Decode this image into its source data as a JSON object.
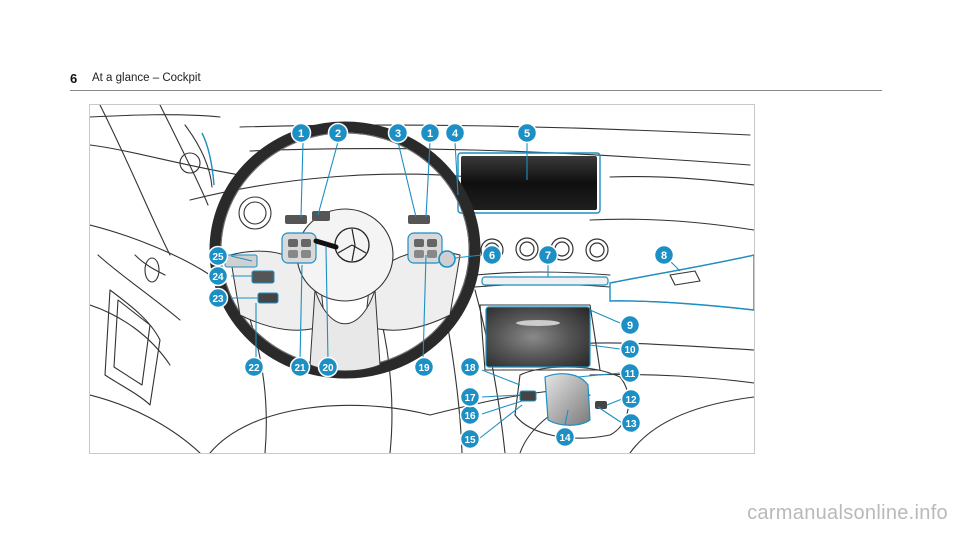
{
  "header": {
    "page_number": "6",
    "title": "At a glance – Cockpit"
  },
  "figure": {
    "callouts": [
      {
        "id": "1",
        "label": "1"
      },
      {
        "id": "2",
        "label": "2"
      },
      {
        "id": "3",
        "label": "3"
      },
      {
        "id": "1b",
        "label": "1"
      },
      {
        "id": "4",
        "label": "4"
      },
      {
        "id": "5",
        "label": "5"
      },
      {
        "id": "6",
        "label": "6"
      },
      {
        "id": "7",
        "label": "7"
      },
      {
        "id": "8",
        "label": "8"
      },
      {
        "id": "9",
        "label": "9"
      },
      {
        "id": "10",
        "label": "10"
      },
      {
        "id": "11",
        "label": "11"
      },
      {
        "id": "12",
        "label": "12"
      },
      {
        "id": "13",
        "label": "13"
      },
      {
        "id": "14",
        "label": "14"
      },
      {
        "id": "15",
        "label": "15"
      },
      {
        "id": "16",
        "label": "16"
      },
      {
        "id": "17",
        "label": "17"
      },
      {
        "id": "18",
        "label": "18"
      },
      {
        "id": "19",
        "label": "19"
      },
      {
        "id": "20",
        "label": "20"
      },
      {
        "id": "21",
        "label": "21"
      },
      {
        "id": "22",
        "label": "22"
      },
      {
        "id": "23",
        "label": "23"
      },
      {
        "id": "24",
        "label": "24"
      },
      {
        "id": "25",
        "label": "25"
      }
    ],
    "accent_color": "#1c8fc4"
  },
  "watermark": "carmanualsonline.info"
}
